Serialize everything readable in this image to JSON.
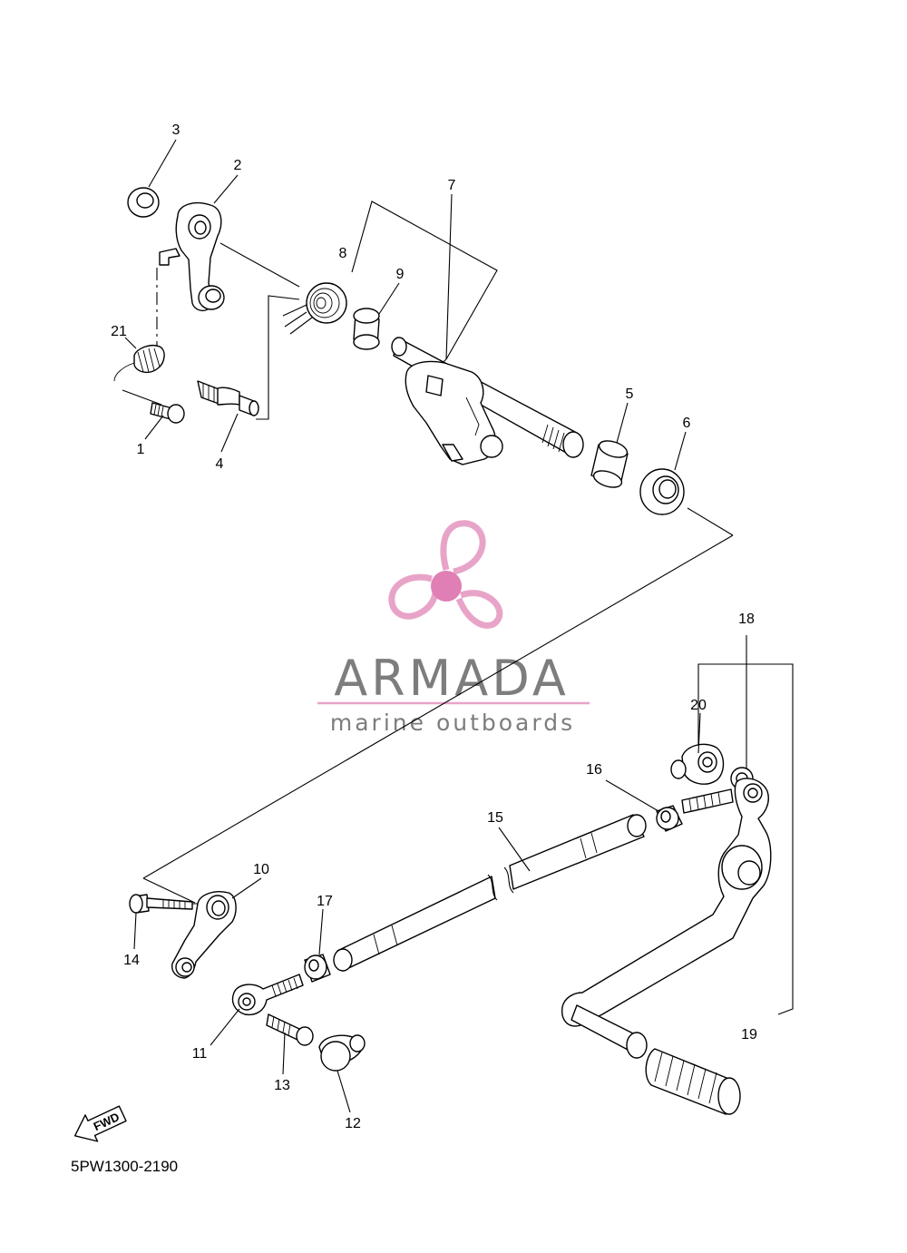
{
  "diagram": {
    "drawing_code": "5PW1300-2190",
    "direction_label": "FWD",
    "callouts": [
      "1",
      "2",
      "3",
      "4",
      "5",
      "6",
      "7",
      "8",
      "9",
      "10",
      "11",
      "12",
      "13",
      "14",
      "15",
      "16",
      "17",
      "18",
      "19",
      "20",
      "21"
    ]
  },
  "watermark": {
    "brand_name": "ARMADA",
    "tagline": "marine outboards",
    "icon": "propeller-logo-icon",
    "colors": {
      "pink": "#e8a4c8",
      "pink_dark": "#e07fb5",
      "gray": "#7d7d7d"
    }
  },
  "parts": [
    {
      "callout": "1",
      "icon": "pin-icon"
    },
    {
      "callout": "2",
      "icon": "shift-arm-icon"
    },
    {
      "callout": "3",
      "icon": "washer-icon"
    },
    {
      "callout": "4",
      "icon": "stud-bolt-icon"
    },
    {
      "callout": "5",
      "icon": "bushing-icon"
    },
    {
      "callout": "6",
      "icon": "oil-seal-icon"
    },
    {
      "callout": "7",
      "icon": "shift-shaft-icon"
    },
    {
      "callout": "8",
      "icon": "torsion-spring-icon"
    },
    {
      "callout": "9",
      "icon": "collar-icon"
    },
    {
      "callout": "10",
      "icon": "shift-arm-icon"
    },
    {
      "callout": "11",
      "icon": "rod-end-icon"
    },
    {
      "callout": "12",
      "icon": "cap-icon"
    },
    {
      "callout": "13",
      "icon": "bolt-icon"
    },
    {
      "callout": "14",
      "icon": "bolt-icon"
    },
    {
      "callout": "15",
      "icon": "shift-rod-icon"
    },
    {
      "callout": "16",
      "icon": "nut-icon"
    },
    {
      "callout": "17",
      "icon": "nut-icon"
    },
    {
      "callout": "18",
      "icon": "shift-pedal-assembly-icon"
    },
    {
      "callout": "19",
      "icon": "shift-pedal-icon"
    },
    {
      "callout": "20",
      "icon": "rod-end-icon"
    },
    {
      "callout": "21",
      "icon": "torsion-spring-icon"
    }
  ]
}
